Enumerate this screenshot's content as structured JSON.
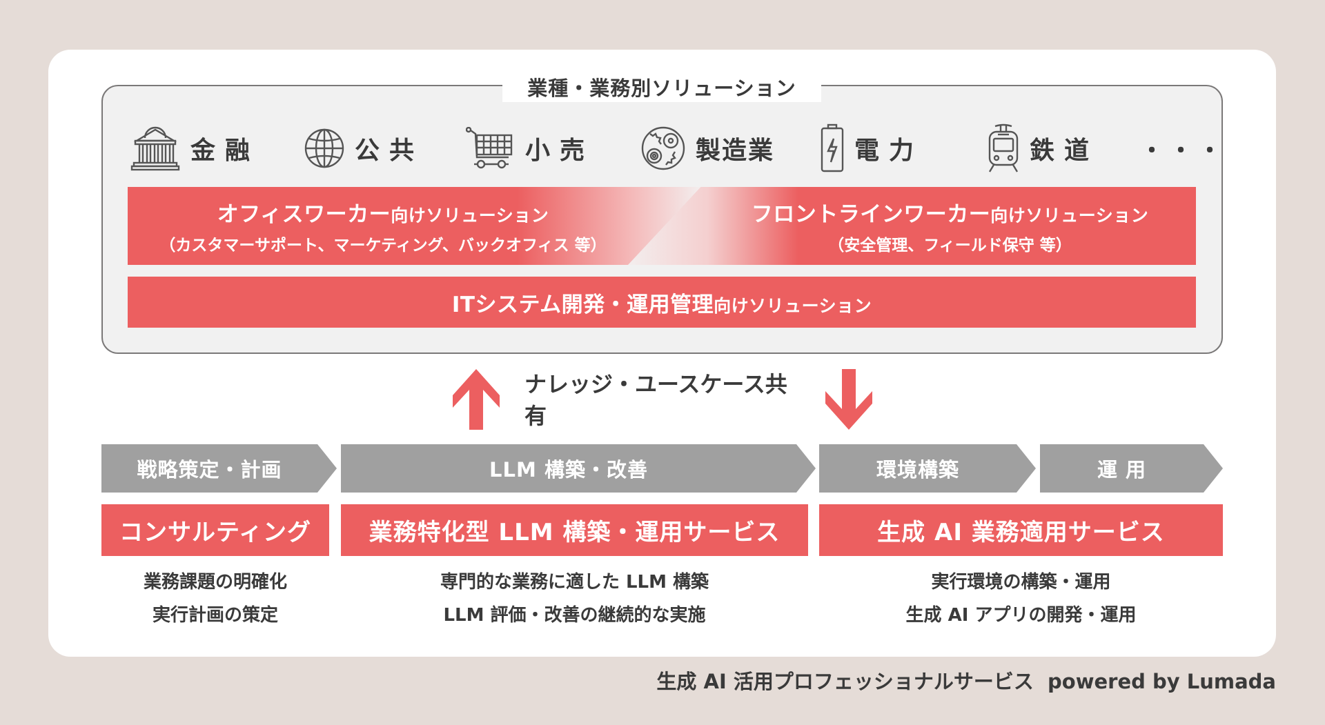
{
  "diagram": {
    "industry_section": {
      "title": "業種・業務別ソリューション",
      "industries": [
        {
          "label": "金融",
          "icon": "bank-icon"
        },
        {
          "label": "公共",
          "icon": "globe-icon"
        },
        {
          "label": "小売",
          "icon": "shopping-cart-icon"
        },
        {
          "label": "製造業",
          "icon": "gears-icon"
        },
        {
          "label": "電力",
          "icon": "battery-icon"
        },
        {
          "label": "鉄道",
          "icon": "train-icon"
        }
      ],
      "more": "・・・"
    },
    "solutions": {
      "office": {
        "main": "オフィスワーカー",
        "suffix": "向けソリューション",
        "sub": "（カスタマーサポート、マーケティング、バックオフィス 等）"
      },
      "frontline": {
        "main": "フロントラインワーカー",
        "suffix": "向けソリューション",
        "sub": "（安全管理、フィールド保守 等）"
      },
      "it": {
        "main": "ITシステム開発・運用管理",
        "suffix": "向けソリューション"
      }
    },
    "knowledge_share": {
      "label": "ナレッジ・ユースケース共有",
      "up_icon": "arrow-up-icon",
      "down_icon": "arrow-down-icon"
    },
    "phases": [
      {
        "label": "戦略策定・計画"
      },
      {
        "label": "LLM 構築・改善"
      },
      {
        "label": "環境構築"
      },
      {
        "label": "運 用"
      }
    ],
    "services": [
      {
        "label": "コンサルティング",
        "desc": [
          "業務課題の明確化",
          "実行計画の策定"
        ]
      },
      {
        "label": "業務特化型 LLM 構築・運用サービス",
        "desc": [
          "専門的な業務に適した LLM 構築",
          "LLM 評価・改善の継続的な実施"
        ]
      },
      {
        "label": "生成 AI 業務適用サービス",
        "desc": [
          "実行環境の構築・運用",
          "生成 AI アプリの開発・運用"
        ]
      }
    ],
    "footer": "生成 AI 活用プロフェッショナルサービス  powered by Lumada",
    "colors": {
      "background": "#e5dcd7",
      "card": "#ffffff",
      "accent_red": "#ec5f60",
      "phase_gray": "#a0a0a0",
      "text_dark": "#3a3a3a",
      "panel": "#f1f1f1"
    }
  }
}
